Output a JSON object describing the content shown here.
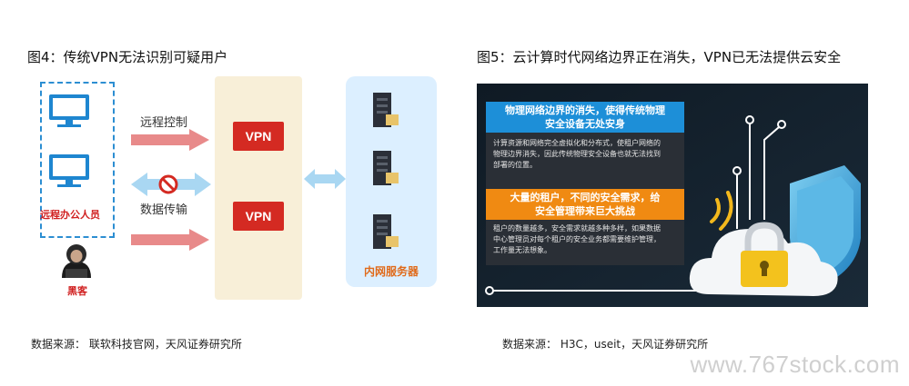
{
  "figure4": {
    "title": "图4：传统VPN无法识别可疑用户",
    "client_label": "远程办公人员",
    "hacker_label": "黑客",
    "remote_control_label": "远程控制",
    "data_transfer_label": "数据传输",
    "vpn_labels": [
      "VPN",
      "VPN"
    ],
    "server_label": "内网服务器",
    "source": "数据来源： 联软科技官网，天风证券研究所",
    "colors": {
      "accent_blue": "#1e86d0",
      "vpn_red": "#d42a22",
      "arrow_pink": "#e88a8a",
      "server_orange": "#e06a1a"
    }
  },
  "figure5": {
    "title": "图5：云计算时代网络边界正在消失，VPN已无法提供云安全",
    "card1_title": [
      "物理网络边界的消失，使得传统物理",
      "安全设备无处安身"
    ],
    "card1_body": [
      "计算资源和网络完全虚拟化和分布式，使租户网络的",
      "物理边界消失，因此传统物理安全设备也就无法找到",
      "部署的位置。"
    ],
    "card2_title": [
      "大量的租户，不同的安全需求，给",
      "安全管理带来巨大挑战"
    ],
    "card2_body": [
      "租户的数量越多，安全需求就越多种多样，如果数据",
      "中心管理员对每个租户的安全业务都需要维护管理，",
      "工作量无法想象。"
    ],
    "source": "数据来源： H3C，useit，天风证券研究所",
    "colors": {
      "card1_header": "#1d8fd8",
      "card2_header": "#f08a12",
      "background": "#101820"
    }
  },
  "watermark": "www.767stock.com"
}
